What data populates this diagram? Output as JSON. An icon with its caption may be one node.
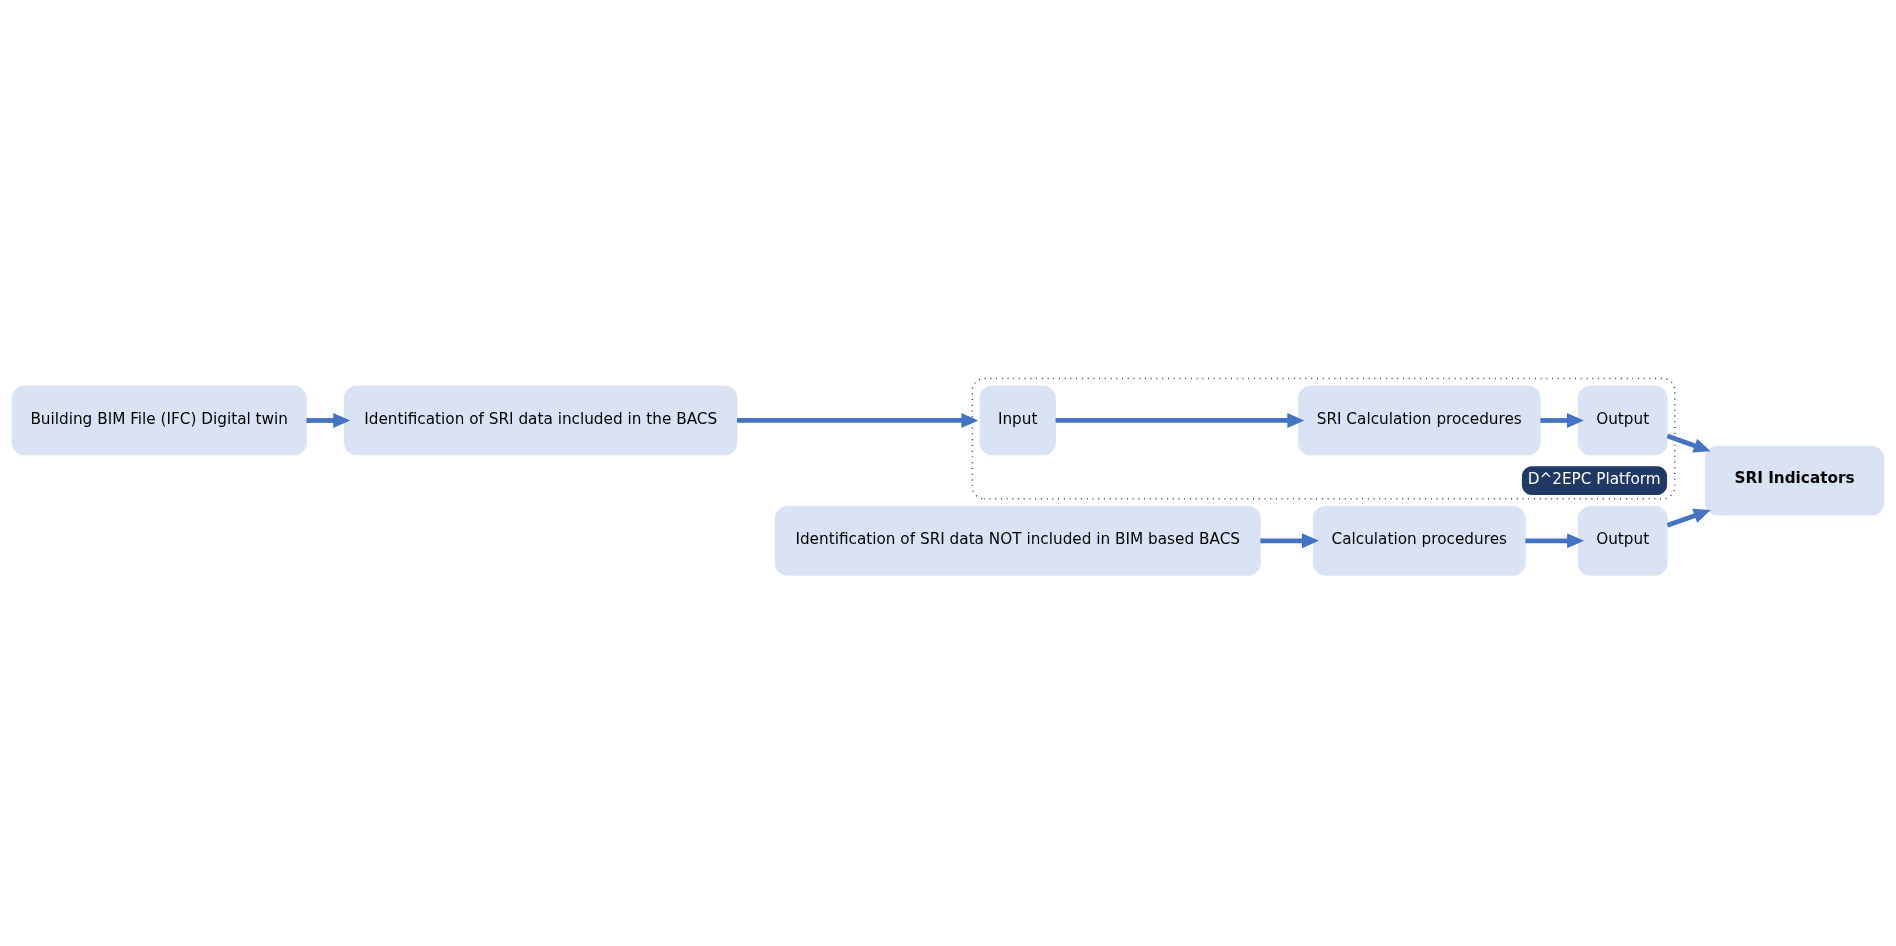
{
  "diagram": {
    "nodes": [
      {
        "text": [
          "Building BIM File (IFC) Digital twin"
        ]
      },
      {
        "text": [
          "Identification of SRI data included in the BACS"
        ]
      },
      {
        "text": [
          "D^2EPC Platform"
        ]
      },
      {
        "text": [
          "Input"
        ],
        "in": 2
      },
      {
        "text": [
          "SRI Calculation procedures"
        ],
        "in": 2
      },
      {
        "text": [
          "Output"
        ],
        "in": 2
      },
      {
        "text": [
          "SRI Indicators"
        ]
      },
      {
        "text": [
          "Identification of SRI data NOT included in BIM based BACS"
        ]
      },
      {
        "text": [
          "Calculation procedures"
        ]
      },
      {
        "text": [
          "Output"
        ]
      }
    ],
    "edges": [
      {
        "from": 0,
        "to": 1,
        "arrow": "to"
      },
      {
        "from": 1,
        "to": 2,
        "arrow": "to"
      },
      {
        "from": 3,
        "to": 4,
        "arrow": "to"
      },
      {
        "from": 4,
        "to": 5,
        "arrow": "to"
      },
      {
        "from": 5,
        "to": 6,
        "arrow": "to"
      },
      {
        "from": 7,
        "to": 8,
        "arrow": "to"
      },
      {
        "from": 8,
        "to": 9,
        "arrow": "to"
      },
      {
        "from": 9,
        "to": 6,
        "arrow": "to"
      }
    ]
  }
}
